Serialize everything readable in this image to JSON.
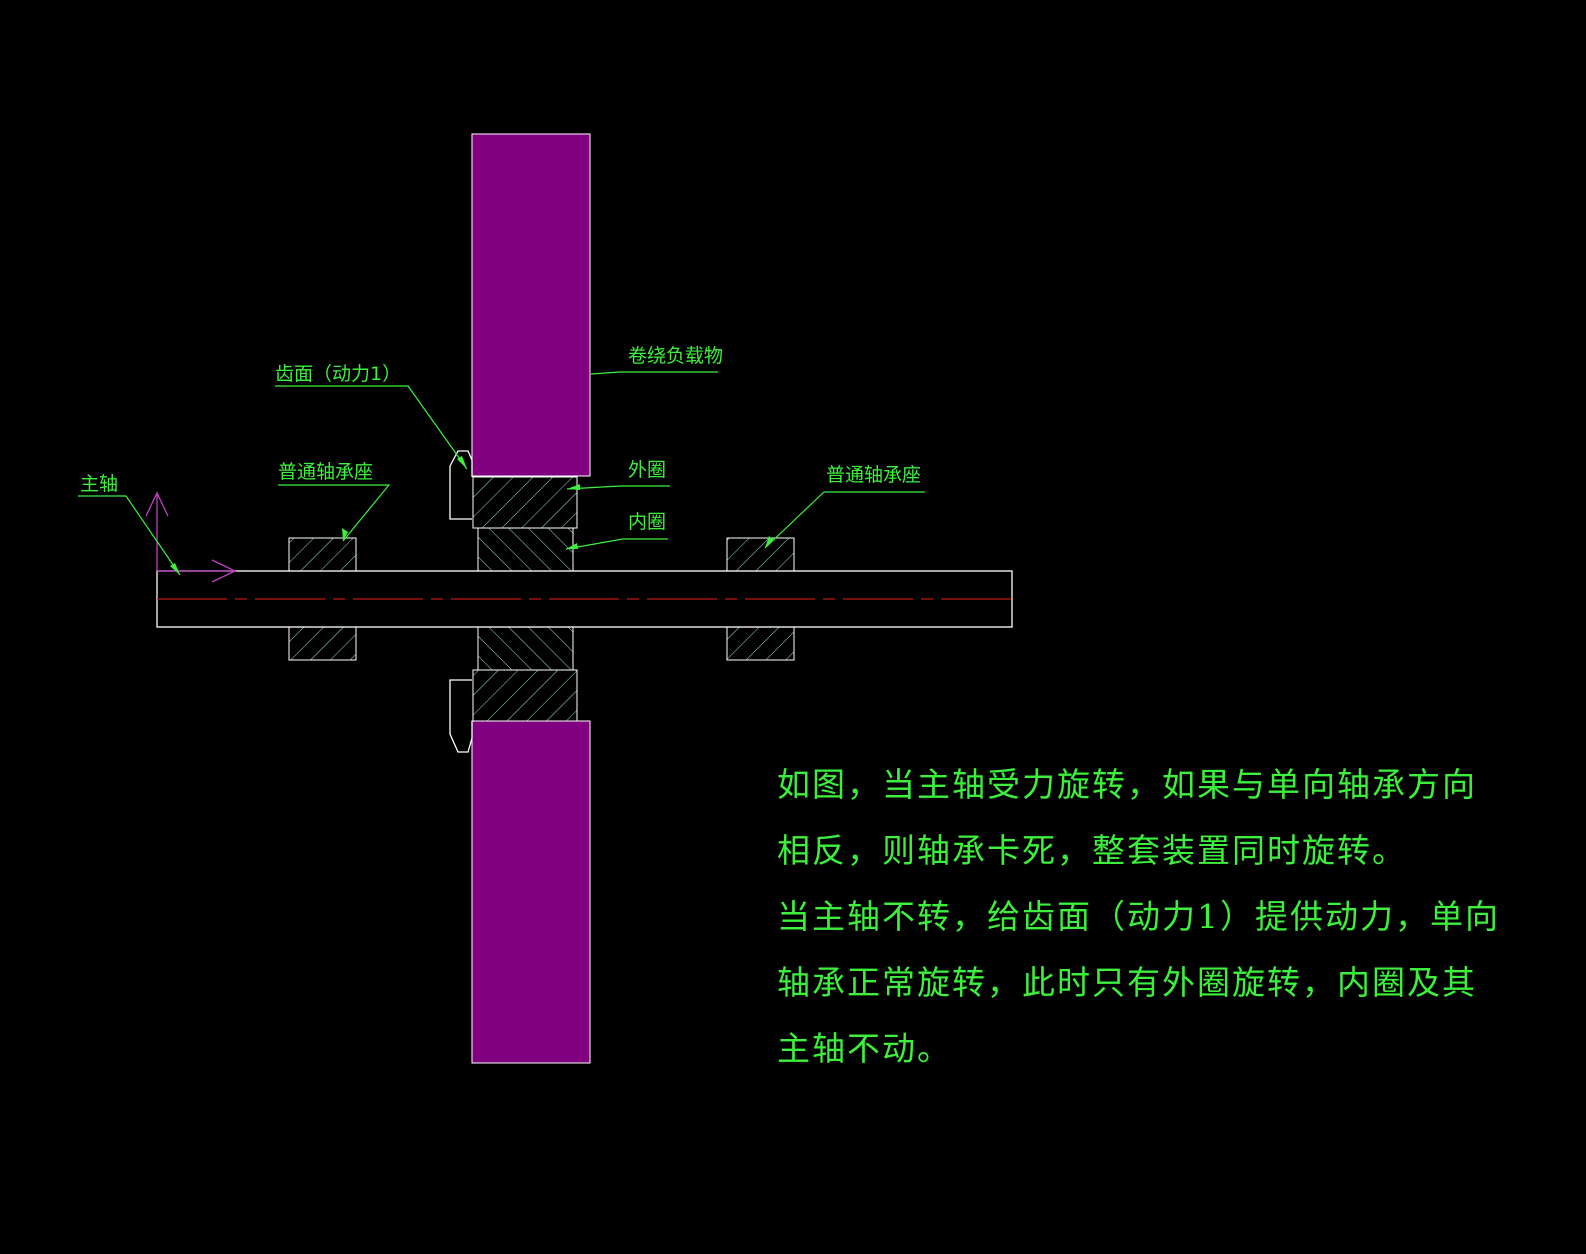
{
  "labels": {
    "main_shaft": "主轴",
    "bearing_seat_left": "普通轴承座",
    "tooth_face": "齿面（动力1）",
    "winding_load": "卷绕负载物",
    "outer_ring": "外圈",
    "inner_ring": "内圈",
    "bearing_seat_right": "普通轴承座"
  },
  "description": [
    "如图，当主轴受力旋转，如果与单向轴承方向",
    "相反，则轴承卡死，整套装置同时旋转。",
    "当主轴不转，给齿面（动力1）提供动力，单向",
    "轴承正常旋转，此时只有外圈旋转，内圈及其",
    "主轴不动。"
  ],
  "colors": {
    "background": "#000000",
    "load": "#800080",
    "annotation": "#3cf03c",
    "centerline": "#c01818",
    "axis": "#c040c0"
  }
}
